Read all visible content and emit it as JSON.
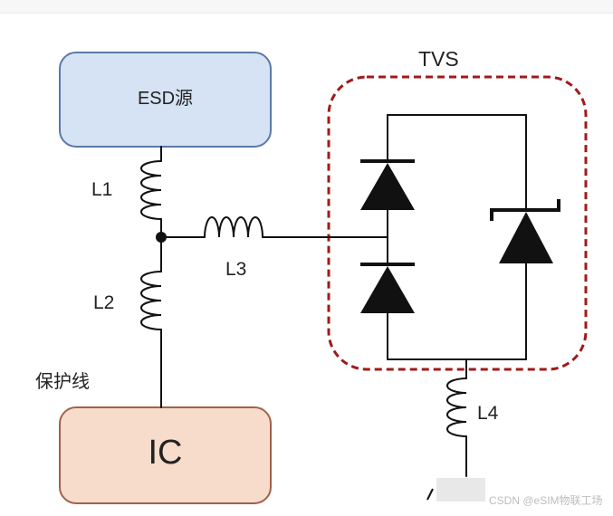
{
  "blocks": {
    "esd_source": "ESD源",
    "ic": "IC",
    "tvs": "TVS"
  },
  "inductors": {
    "l1": "L1",
    "l2": "L2",
    "l3": "L3",
    "l4": "L4"
  },
  "annotation": "保护线",
  "watermark": "CSDN @eSIM物联工场",
  "colors": {
    "esd_fill": "#d6e3f4",
    "esd_border": "#5b79a8",
    "ic_fill": "#f7dccb",
    "ic_border": "#a0624a",
    "tvs_border": "#a01a1a",
    "wire": "#111111"
  }
}
